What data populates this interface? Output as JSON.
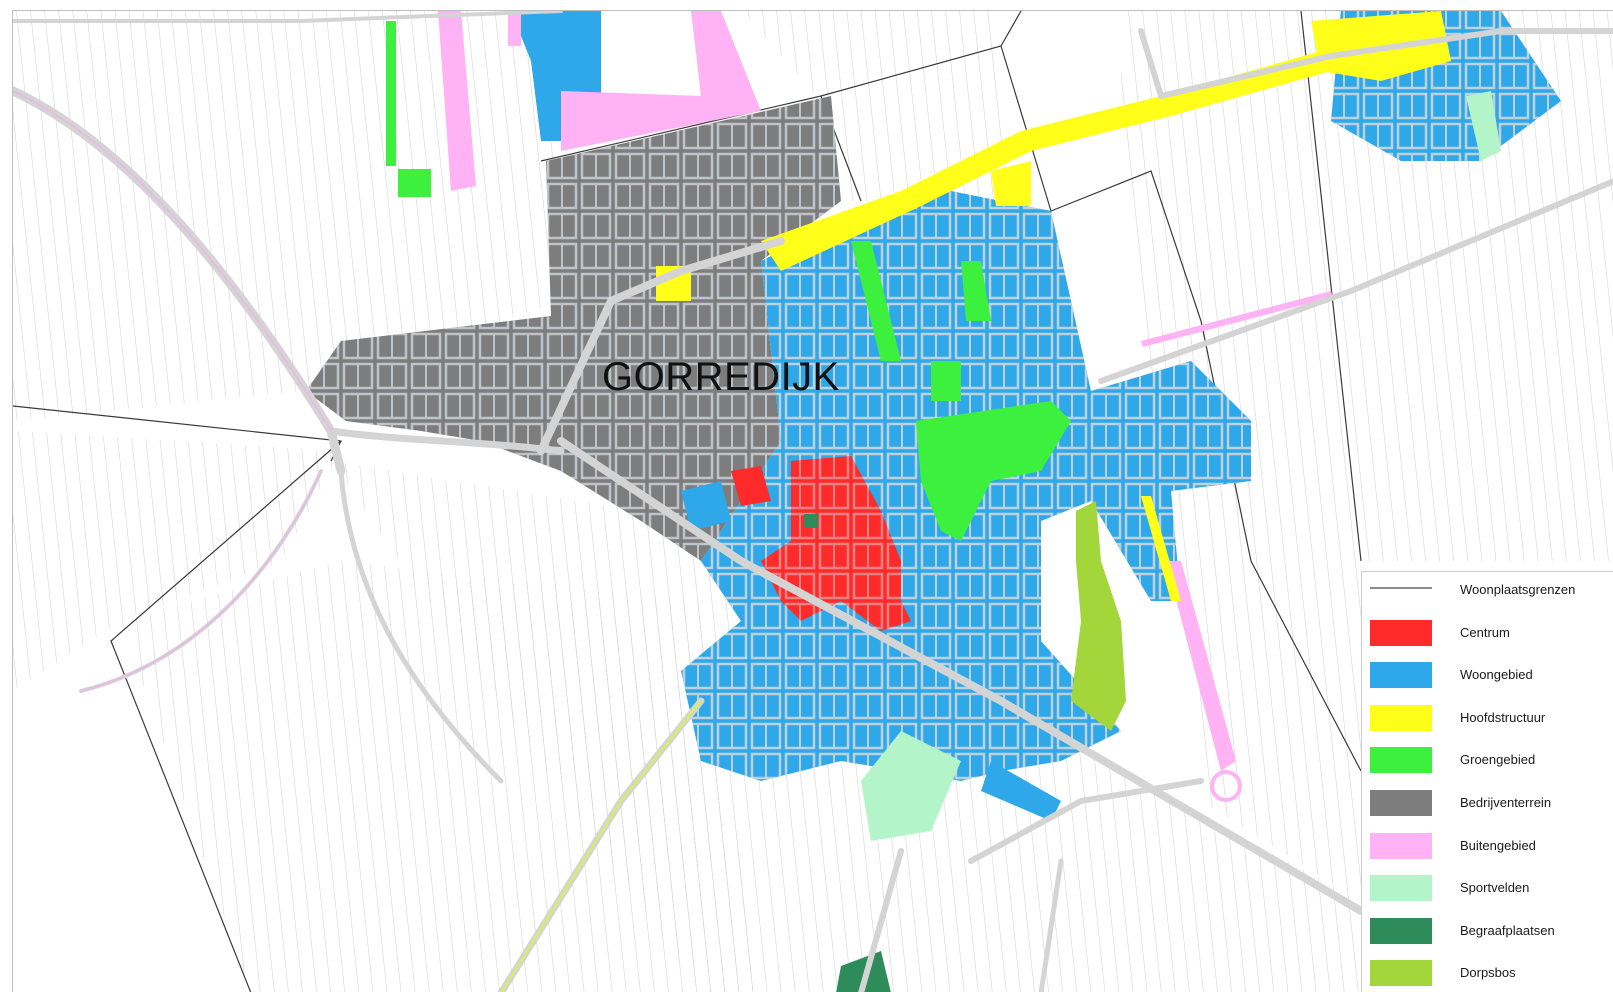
{
  "map": {
    "town_label": "GORREDIJK"
  },
  "legend": {
    "items": [
      {
        "key": "woonplaatsgrenzen",
        "label": "Woonplaatsgrenzen",
        "kind": "line",
        "color": "#8c8c8c"
      },
      {
        "key": "centrum",
        "label": "Centrum",
        "kind": "fill",
        "color": "#ff2b2b"
      },
      {
        "key": "woongebied",
        "label": "Woongebied",
        "kind": "fill",
        "color": "#2ea8e8"
      },
      {
        "key": "hoofdstructuur",
        "label": "Hoofdstructuur",
        "kind": "fill",
        "color": "#ffff1a"
      },
      {
        "key": "groengebied",
        "label": "Groengebied",
        "kind": "fill",
        "color": "#3df03d"
      },
      {
        "key": "bedrijventerrein",
        "label": "Bedrijventerrein",
        "kind": "fill",
        "color": "#7d7d7d"
      },
      {
        "key": "buitengebied",
        "label": "Buitengebied",
        "kind": "fill",
        "color": "#ffb3f5"
      },
      {
        "key": "sportvelden",
        "label": "Sportvelden",
        "kind": "fill",
        "color": "#b3f5c8"
      },
      {
        "key": "begraafplaatsen",
        "label": "Begraafplaatsen",
        "kind": "fill",
        "color": "#2e8c5a"
      },
      {
        "key": "dorpsbos",
        "label": "Dorpsbos",
        "kind": "fill",
        "color": "#a3d63a"
      }
    ]
  }
}
